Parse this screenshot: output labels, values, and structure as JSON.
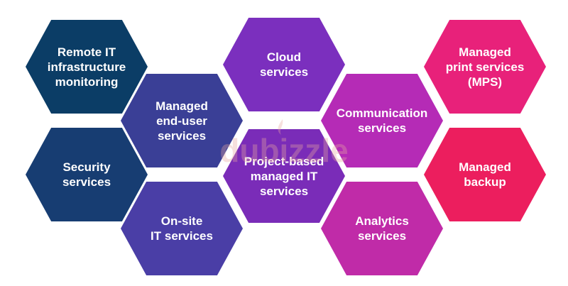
{
  "hexagons": {
    "remote_it": {
      "label": "Remote IT\ninfrastructure\nmonitoring",
      "color": "#0b3d66"
    },
    "security": {
      "label": "Security\nservices",
      "color": "#173d72"
    },
    "managed_enduser": {
      "label": "Managed\nend-user\nservices",
      "color": "#3a3f96"
    },
    "onsite": {
      "label": "On-site\nIT services",
      "color": "#4a3ea6"
    },
    "cloud": {
      "label": "Cloud\nservices",
      "color": "#7b2fbe"
    },
    "project_based": {
      "label": "Project-based\nmanaged IT\nservices",
      "color": "#7a2cb8"
    },
    "communication": {
      "label": "Communication\nservices",
      "color": "#b52bb6"
    },
    "analytics": {
      "label": "Analytics\nservices",
      "color": "#c02ba8"
    },
    "print": {
      "label": "Managed\nprint services\n(MPS)",
      "color": "#e8217a"
    },
    "backup": {
      "label": "Managed\nbackup",
      "color": "#ec1e5e"
    }
  },
  "watermark": {
    "text": "dubizzle",
    "color": "#e8a8a0"
  }
}
